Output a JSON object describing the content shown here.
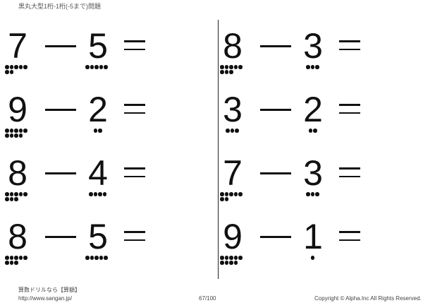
{
  "header": {
    "title": "黒丸大型1桁-1桁(-5まで)問題"
  },
  "problems": [
    {
      "a": "7",
      "b": "5",
      "op": "−",
      "eq": "="
    },
    {
      "a": "8",
      "b": "3",
      "op": "−",
      "eq": "="
    },
    {
      "a": "9",
      "b": "2",
      "op": "−",
      "eq": "="
    },
    {
      "a": "3",
      "b": "2",
      "op": "−",
      "eq": "="
    },
    {
      "a": "8",
      "b": "4",
      "op": "−",
      "eq": "="
    },
    {
      "a": "7",
      "b": "3",
      "op": "−",
      "eq": "="
    },
    {
      "a": "8",
      "b": "5",
      "op": "−",
      "eq": "="
    },
    {
      "a": "9",
      "b": "1",
      "op": "−",
      "eq": "="
    }
  ],
  "footer": {
    "brand": "算数ドリルなら【算額】",
    "url": "http://www.sangan.jp/",
    "page": "67/100",
    "copyright": "Copyright © Alpha.Inc All Rights Reserved."
  }
}
